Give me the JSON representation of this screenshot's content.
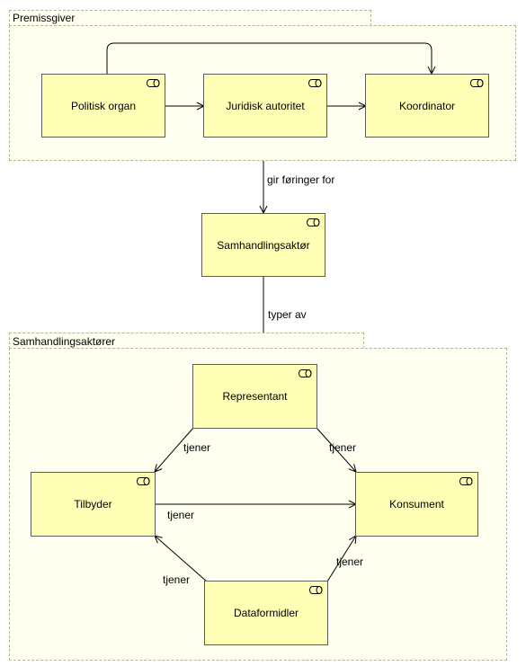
{
  "groups": {
    "premissgiver": {
      "label": "Premissgiver"
    },
    "samhandlingsaktorer": {
      "label": "Samhandlingsaktører"
    }
  },
  "nodes": {
    "politisk_organ": {
      "label": "Politisk organ",
      "icon": "business-role-icon"
    },
    "juridisk_autoritet": {
      "label": "Juridisk autoritet",
      "icon": "business-role-icon"
    },
    "koordinator": {
      "label": "Koordinator",
      "icon": "business-role-icon"
    },
    "samhandlingsaktor": {
      "label": "Samhandlingsaktør",
      "icon": "business-role-icon"
    },
    "representant": {
      "label": "Representant",
      "icon": "business-role-icon"
    },
    "tilbyder": {
      "label": "Tilbyder",
      "icon": "business-role-icon"
    },
    "konsument": {
      "label": "Konsument",
      "icon": "business-role-icon"
    },
    "dataformidler": {
      "label": "Dataformidler",
      "icon": "business-role-icon"
    }
  },
  "edges": {
    "gir_foringer_for": {
      "label": "gir føringer for"
    },
    "typer_av": {
      "label": "typer av"
    },
    "representant_tilbyder": {
      "label": "tjener"
    },
    "representant_konsument": {
      "label": "tjener"
    },
    "tilbyder_konsument": {
      "label": "tjener"
    },
    "dataformidler_tilbyder": {
      "label": "tjener"
    },
    "dataformidler_konsument": {
      "label": "tjener"
    }
  },
  "colors": {
    "node_fill": "#ffffb5",
    "group_fill": "#fffff0",
    "group_border": "#b4b496",
    "line": "#000000"
  }
}
